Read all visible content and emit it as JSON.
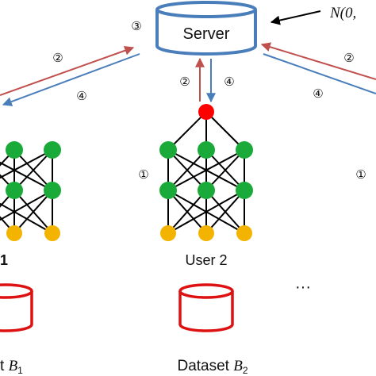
{
  "server": {
    "label": "Server",
    "noise_label": "N(0,",
    "step_label": "③"
  },
  "users": [
    {
      "name_prefix": "User ",
      "name_index": "2",
      "dataset_prefix": "Dataset ",
      "dataset_symbol": "B",
      "dataset_index": "2"
    },
    {
      "name_prefix": "",
      "name_index": "1",
      "dataset_prefix": "t ",
      "dataset_symbol": "B",
      "dataset_index": "1"
    }
  ],
  "steps": {
    "upload": "②",
    "download": "④",
    "train": "①"
  },
  "ellipsis": "···",
  "colors": {
    "server": "#4a7ebb",
    "upload_arrow": "#c0504d",
    "download_arrow": "#4a7ebb",
    "aggregate_node": "#ff0000",
    "hidden_node": "#1aaa3a",
    "input_node": "#f2b400",
    "dataset": "#dd1111",
    "edge": "#000000"
  }
}
